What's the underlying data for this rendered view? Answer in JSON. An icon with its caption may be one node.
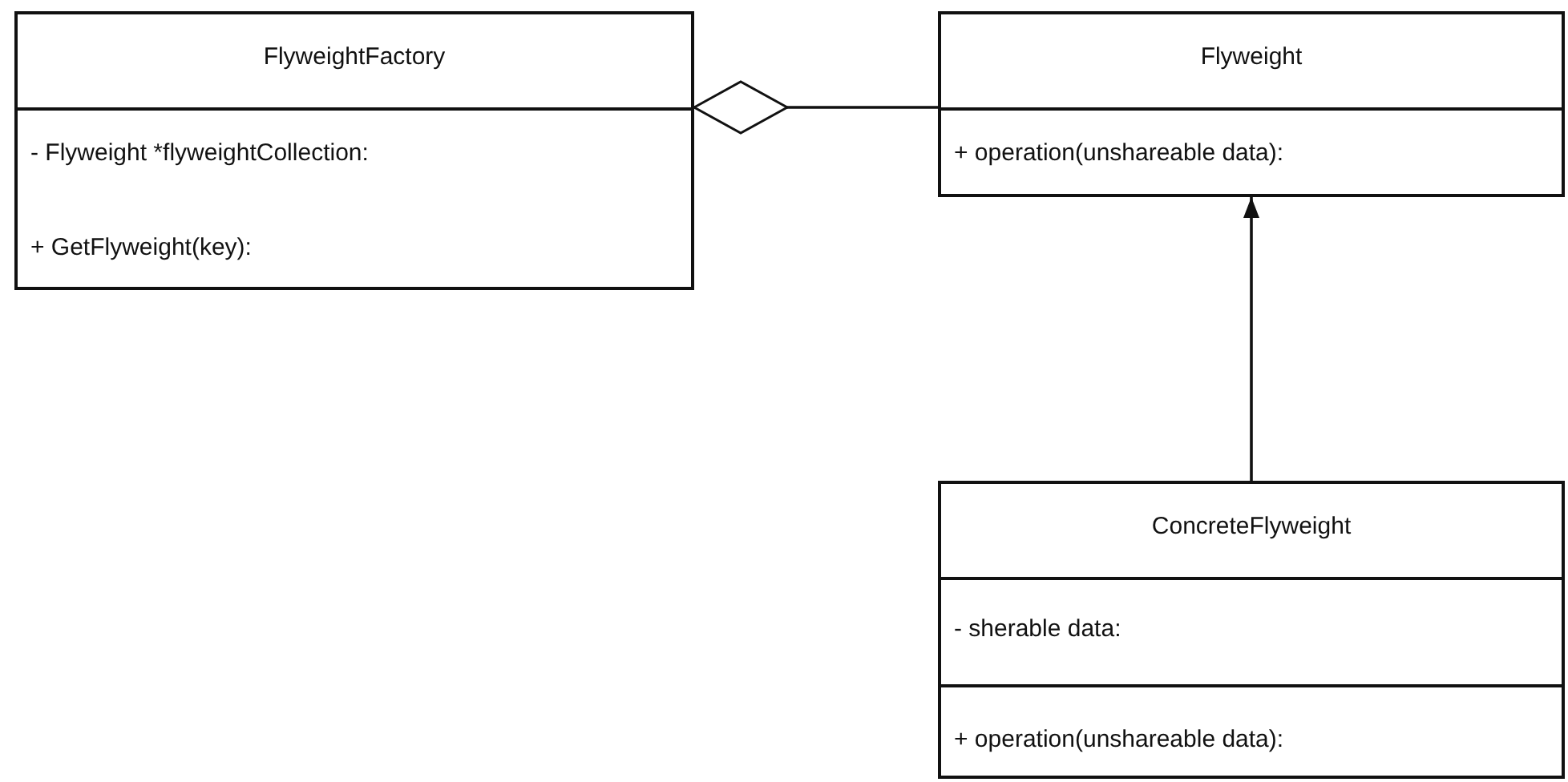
{
  "diagram": {
    "nodes": [
      {
        "text": [
          "FlyweightFactory",
          "- Flyweight *flyweightCollection:",
          "+ GetFlyweight(key):"
        ]
      },
      {
        "text": [
          "Flyweight",
          "+ operation(unshareable data):"
        ]
      },
      {
        "text": [
          "ConcreteFlyweight",
          "- sherable data:",
          "+ operation(unshareable data):"
        ]
      }
    ],
    "edges": [
      {
        "from": 0,
        "to": 1,
        "arrow": "other"
      },
      {
        "from": 2,
        "to": 1,
        "arrow": "to"
      }
    ]
  }
}
